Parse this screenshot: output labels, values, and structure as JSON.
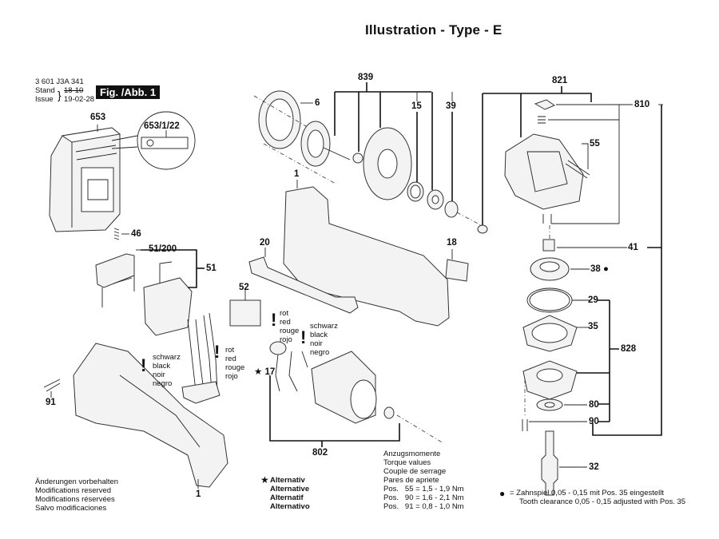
{
  "title": "Illustration - Type - E",
  "doc": {
    "number": "3 601 J3A 341",
    "stand_label": "Stand",
    "issue_label": "Issue",
    "stand_value": "18-10",
    "issue_value": "19-02-28",
    "figure": "Fig. /Abb. 1"
  },
  "parts": {
    "p653": "653",
    "p653_1_22": "653/1/22",
    "p46": "46",
    "p51_200": "51/200",
    "p51": "51",
    "p52": "52",
    "p91": "91",
    "p1a": "1",
    "p1b": "1",
    "p20": "20",
    "p6": "6",
    "p839": "839",
    "p15": "15",
    "p39": "39",
    "p18": "18",
    "p17": "17",
    "p802": "802",
    "p821": "821",
    "p810": "810",
    "p55": "55",
    "p41": "41",
    "p38": "38",
    "p29": "29",
    "p35": "35",
    "p828": "828",
    "p80": "80",
    "p90": "90",
    "p32": "32"
  },
  "wire_labels": {
    "black": [
      "schwarz",
      "black",
      "noir",
      "negro"
    ],
    "red": [
      "rot",
      "red",
      "rouge",
      "rojo"
    ]
  },
  "footer": {
    "modifications": [
      "Änderungen vorbehalten",
      "Modifications reserved",
      "Modifications réservées",
      "Salvo modificaciones"
    ],
    "alternative_symbol": "★",
    "alternative": [
      "Alternativ",
      "Alternative",
      "Alternatif",
      "Alternativo"
    ],
    "torque": [
      "Anzugsmomente",
      "Torque values",
      "Couple de serrage",
      "Pares de apriete",
      "Pos.   55 = 1,5 - 1,9 Nm",
      "Pos.   90 = 1,6 - 2,1 Nm",
      "Pos.   91 = 0,8 - 1,0 Nm"
    ],
    "dot_symbol": "●",
    "tooth_clearance": [
      "=  Zahnspiel 0,05 - 0,15 mit Pos. 35 eingestellt",
      "Tooth clearance 0,05 - 0,15 adjusted with Pos. 35"
    ]
  },
  "symbols": {
    "star": "★",
    "warning": "!",
    "dot": "●"
  }
}
